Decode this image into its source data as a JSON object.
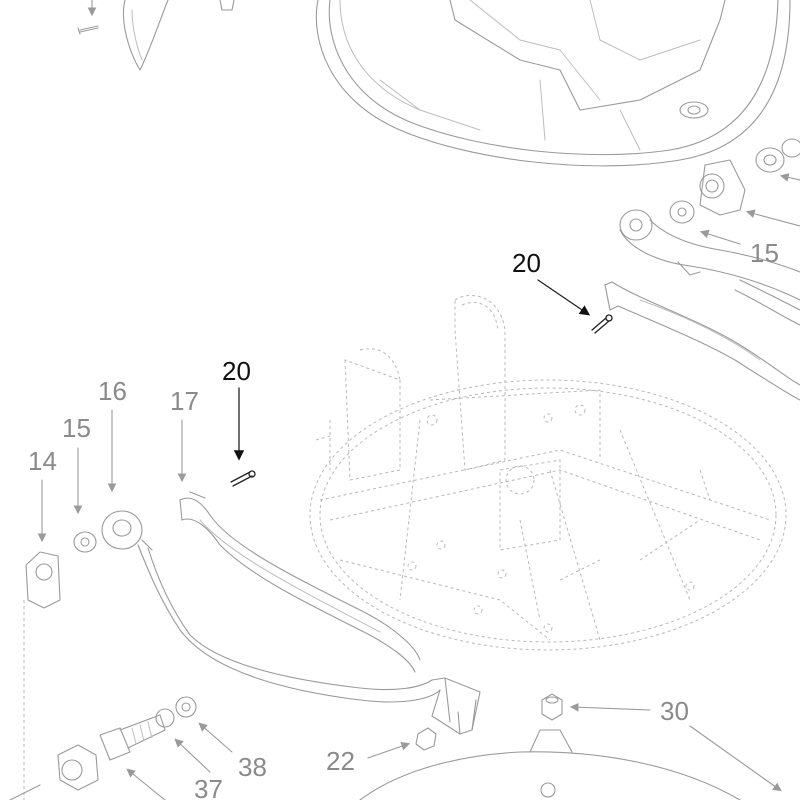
{
  "diagram": {
    "callouts": {
      "c20_top": "20",
      "c20_left": "20",
      "c15_right": "15",
      "c14": "14",
      "c15_left": "15",
      "c16": "16",
      "c17": "17",
      "c30": "30",
      "c22": "22",
      "c38": "38",
      "c37": "37"
    },
    "colors": {
      "highlight": "#111111",
      "background_parts": "#9a9a9a",
      "label_grey": "#8a8a8a"
    }
  }
}
